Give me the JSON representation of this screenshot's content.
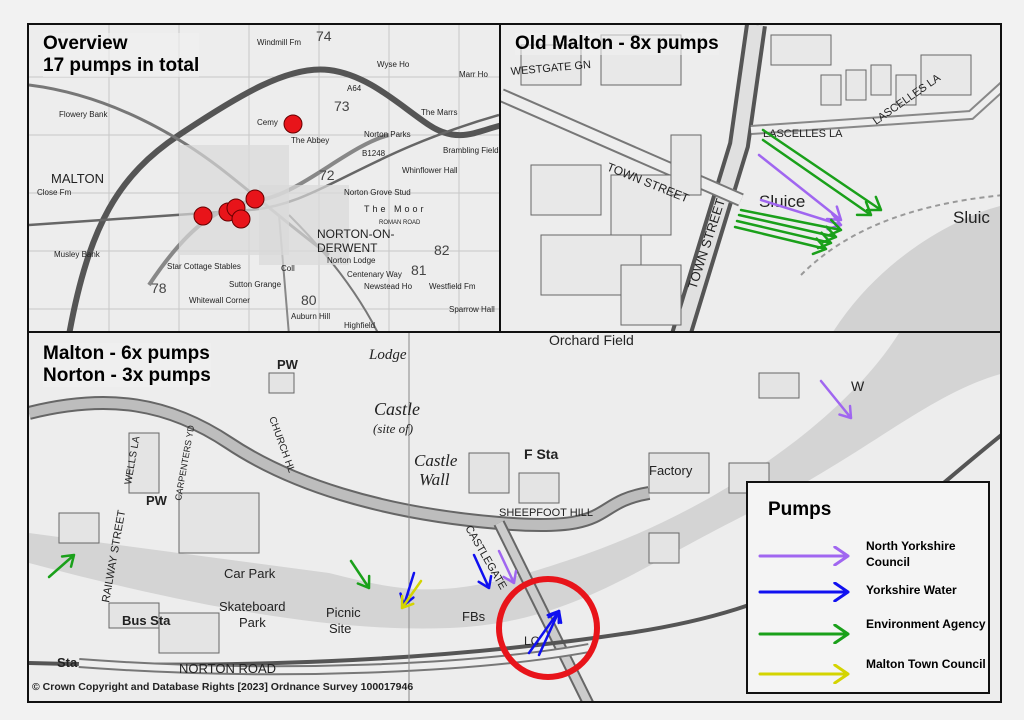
{
  "overview": {
    "title_line1": "Overview",
    "title_line2": "17 pumps in total",
    "labels": [
      "MALTON",
      "NORTON-ON-",
      "DERWENT",
      "The Moor",
      "Norton Grove Stud",
      "Whinflower Hall",
      "Brambling Fields",
      "Wyse Ho",
      "Windmill Fm",
      "Marr Ho",
      "The Abbey",
      "Cemy",
      "Flowery Bank",
      "Star Cottage Stables",
      "Whitewall Corner",
      "Sutton Grange",
      "Newstead Ho",
      "Westfield Fm",
      "Sparrow Hall",
      "Highfield",
      "Auburn Hill",
      "Norton Lodge",
      "Centenary Way",
      "Norton Parks",
      "The Marrs",
      "Musley Bank",
      "Close Fm",
      "Coll",
      "ROMAN ROAD",
      "B1248",
      "A64",
      "72",
      "73",
      "74",
      "78",
      "80",
      "81",
      "82"
    ],
    "pump_marker_color": "#e8141a"
  },
  "old_malton": {
    "title": "Old Malton - 8x pumps",
    "labels": [
      "TOWN STREET",
      "TOWN STREET",
      "LASCELLES LA",
      "LASCELLES LA",
      "Sluice",
      "Sluic",
      "WESTGATE GN"
    ]
  },
  "malton_norton": {
    "title_line1": "Malton - 6x pumps",
    "title_line2": "Norton - 3x pumps",
    "labels": [
      "Lodge",
      "Orchard Field",
      "Castle",
      "(site of)",
      "Castle",
      "Wall",
      "F Sta",
      "Factory",
      "SHEEPFOOT HILL",
      "CASTLEGATE",
      "PW",
      "PW",
      "CHURCH HL",
      "WELLS LA",
      "CARPENTERS YD",
      "RAILWAY STREET",
      "Car Park",
      "Skateboard",
      "Park",
      "Picnic",
      "Site",
      "FBs",
      "Bus Sta",
      "NORTON ROAD",
      "Sta",
      "W",
      "LC"
    ],
    "highlight_circle_color": "#e8141a"
  },
  "legend": {
    "title": "Pumps",
    "items": [
      {
        "label": "North Yorkshire Council",
        "color": "#a066f0"
      },
      {
        "label": "Yorkshire Water",
        "color": "#1010f0"
      },
      {
        "label": "Environment Agency",
        "color": "#1aa01a"
      },
      {
        "label": "Malton Town Council",
        "color": "#d4d400"
      }
    ]
  },
  "copyright": "© Crown Copyright and Database Rights [2023] Ordnance Survey 100017946"
}
